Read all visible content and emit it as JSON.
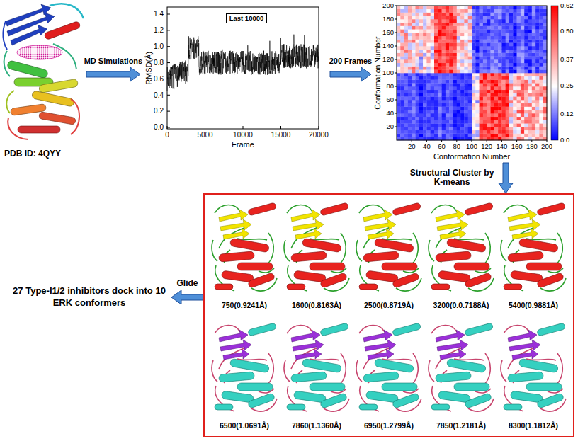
{
  "diagram": {
    "nodes": [
      {
        "text": [
          "PDB ID: 4QYY"
        ]
      },
      {
        "text": [
          "Last 10000"
        ]
      },
      {
        "text": [
          "Conformation Number"
        ]
      },
      {
        "text": []
      },
      {
        "text": [
          "750(0.9241Å)"
        ],
        "in": 3
      },
      {
        "text": [
          "1600(0.8163Å)"
        ],
        "in": 3
      },
      {
        "text": [
          "2500(0.8719Å)"
        ],
        "in": 3
      },
      {
        "text": [
          "3200(0.0.7188Å)"
        ],
        "in": 3
      },
      {
        "text": [
          "5400(0.9881Å)"
        ],
        "in": 3
      },
      {
        "text": [
          "6500(1.0691Å)"
        ],
        "in": 3
      },
      {
        "text": [
          "7860(1.1360Å)"
        ],
        "in": 3
      },
      {
        "text": [
          "6950(1.2799Å)"
        ],
        "in": 3
      },
      {
        "text": [
          "7850(1.2181Å)"
        ],
        "in": 3
      },
      {
        "text": [
          "8300(1.1812Å)"
        ],
        "in": 3
      },
      {
        "text": [
          "27 Type-I1/2 inhibitors dock into 10 ERK conformers"
        ]
      }
    ],
    "edges": [
      {
        "from": 0,
        "to": 1,
        "arrow": "to",
        "label": "MD Simulations"
      },
      {
        "from": 1,
        "to": 2,
        "arrow": "to",
        "label": "200 Frames"
      },
      {
        "from": 2,
        "to": 3,
        "arrow": "to",
        "label": "Structural Cluster by K-means"
      },
      {
        "from": 3,
        "to": 14,
        "arrow": "to",
        "label": "Glide"
      }
    ],
    "labels": [
      "0.0",
      "0.2",
      "0.4",
      "0.6",
      "0.8",
      "1.0",
      "1.2",
      "1.4",
      "0",
      "5000",
      "10000",
      "15000",
      "20000",
      "RMSD(Å)",
      "Frame",
      "20",
      "40",
      "60",
      "80",
      "100",
      "120",
      "140",
      "160",
      "180",
      "200",
      "20",
      "40",
      "60",
      "80",
      "100",
      "120",
      "140",
      "160",
      "180",
      "200",
      "Conformation Number",
      "0.62",
      "0.50",
      "0.37",
      "0.25",
      "0.12",
      "0.0"
    ]
  }
}
